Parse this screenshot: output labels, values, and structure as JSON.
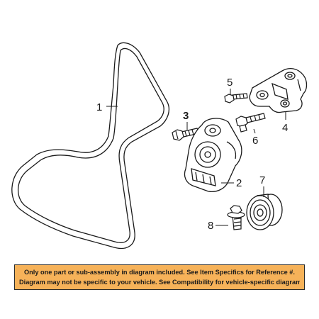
{
  "callouts": {
    "belt": "1",
    "tensioner": "2",
    "tensioner_bolt": "3",
    "bracket": "4",
    "bracket_bolt": "5",
    "bracket_stud": "6",
    "idler_pulley": "7",
    "pulley_bolt": "8"
  },
  "notice": {
    "line1": "Only one part or sub-assembly in diagram included. See Item Specifics for Reference #.",
    "line2": "Diagram may not be specific to your vehicle. See Compatibility for vehicle-specific diagrams."
  },
  "colors": {
    "notice_background": "#f6b259",
    "line_art": "#1a1a1a"
  }
}
